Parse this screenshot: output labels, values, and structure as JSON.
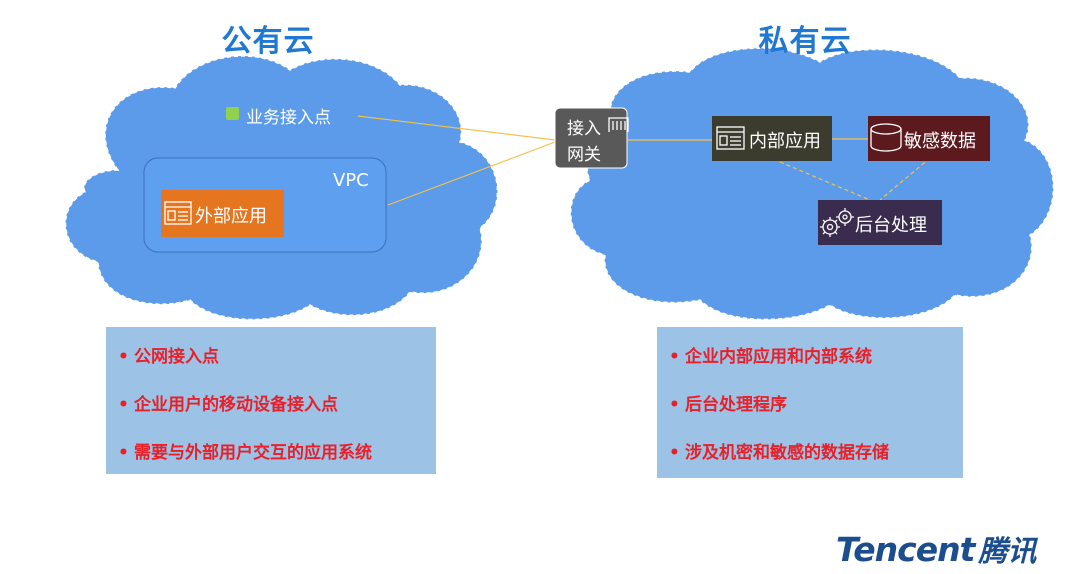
{
  "public_cloud": {
    "title": "公有云",
    "access_point_label": "业务接入点",
    "vpc_label": "VPC",
    "external_app_label": "外部应用",
    "bullets": [
      "公网接入点",
      "企业用户的移动设备接入点",
      "需要与外部用户交互的应用系统"
    ]
  },
  "gateway": {
    "line1": "接入",
    "line2": "网关"
  },
  "private_cloud": {
    "title": "私有云",
    "internal_app_label": "内部应用",
    "sensitive_data_label": "敏感数据",
    "backend_label": "后台处理",
    "bullets": [
      "企业内部应用和内部系统",
      "后台处理程序",
      "涉及机密和敏感的数据存储"
    ]
  },
  "bullet_symbol": "•",
  "brand": {
    "en": "Tencent",
    "cn": "腾讯"
  },
  "colors": {
    "title": "#1f78d1",
    "cloud": "#5b9bea",
    "external_app": "#e5751f",
    "gateway": "#595959",
    "internal_app": "#3c3c2e",
    "sensitive_data": "#5c1a1f",
    "backend": "#3a2c4e",
    "access_point": "#92d050",
    "connector": "#f2c24d",
    "bullet_text": "#e8202a",
    "bullet_box": "#9cc3e5",
    "brand": "#1c4e8f"
  }
}
